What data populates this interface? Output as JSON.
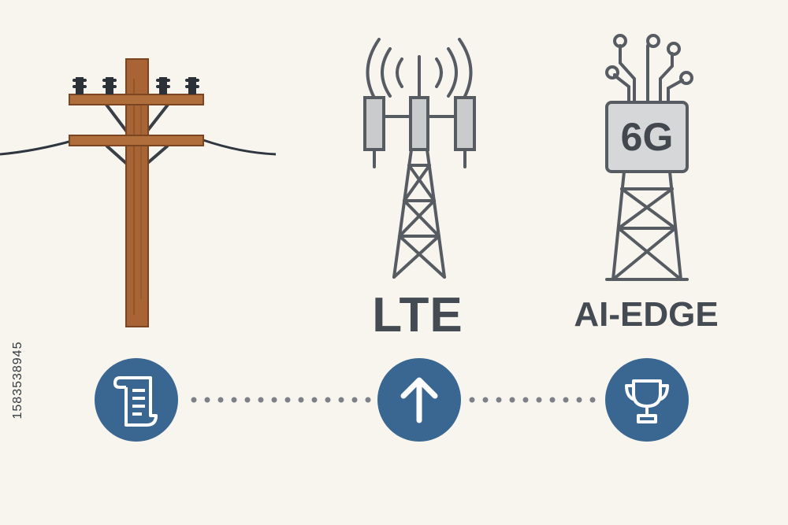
{
  "colors": {
    "background": "#f8f5ef",
    "pole_wood": "#a86434",
    "pole_wood_dark": "#7a4520",
    "tower_stroke": "#575c63",
    "panel_fill": "#c9cbcd",
    "circle_fill": "#3a6792",
    "dots": "#7d8084",
    "text": "#454b52"
  },
  "stages": [
    {
      "id": "pole",
      "icon": "scroll-icon",
      "label": ""
    },
    {
      "id": "lte",
      "icon": "up-arrow-icon",
      "label": "LTE"
    },
    {
      "id": "ai-edge",
      "icon": "trophy-icon",
      "label": "AI-EDGE",
      "badge": "6G"
    }
  ],
  "side_text": "1583538945"
}
